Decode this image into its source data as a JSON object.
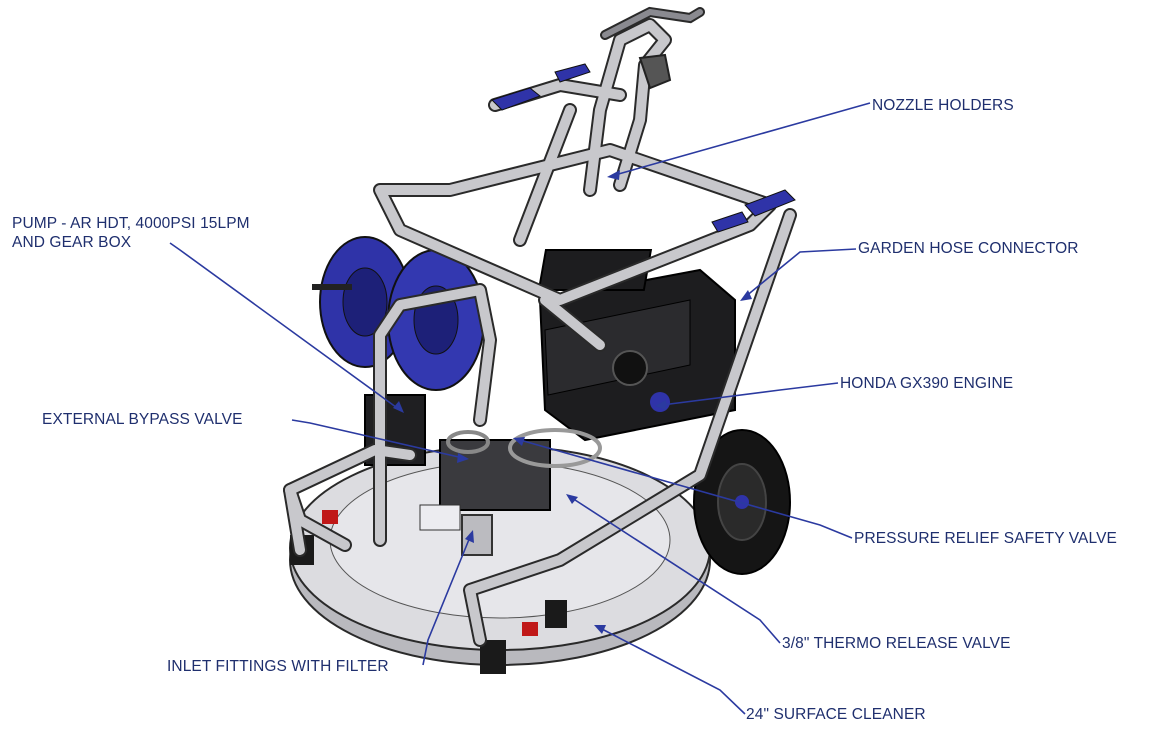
{
  "colors": {
    "leader": "#2b3aa0",
    "label": "#1f2f6e",
    "frame": "#c8c8cc",
    "frame_stroke": "#2a2a2a",
    "engine": "#1d1d1f",
    "reel": "#2f33a8",
    "deck": "#dcdce0",
    "tire": "#151515",
    "accent_red": "#c01818"
  },
  "callouts": {
    "nozzle_holders": "NOZZLE HOLDERS",
    "pump_line1": "PUMP - AR HDT,  4000PSI 15LPM",
    "pump_line2": "AND GEAR BOX",
    "garden_hose": "GARDEN HOSE CONNECTOR",
    "honda_engine": "HONDA GX390 ENGINE",
    "external_bypass": "EXTERNAL BYPASS VALVE",
    "pressure_relief": "PRESSURE RELIEF SAFETY VALVE",
    "thermo_release": "3/8\" THERMO RELEASE VALVE",
    "inlet_fittings": "INLET FITTINGS WITH FILTER",
    "surface_cleaner": "24\" SURFACE CLEANER"
  }
}
